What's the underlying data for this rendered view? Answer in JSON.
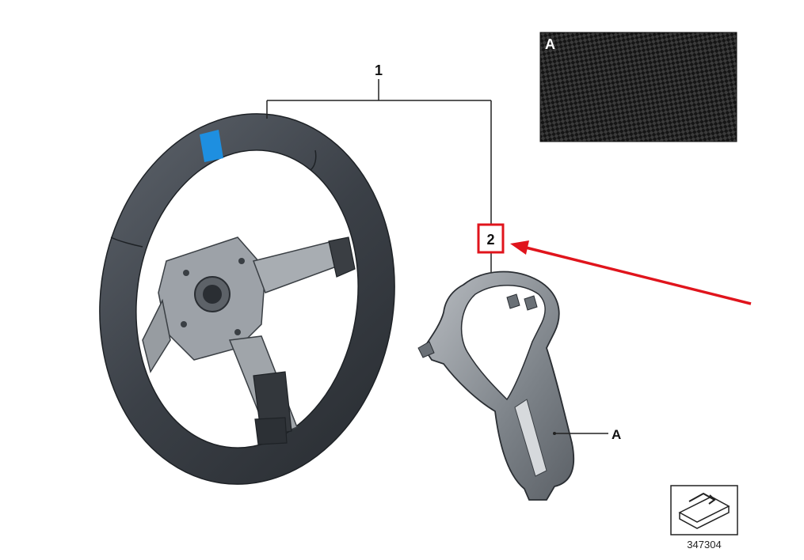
{
  "callouts": {
    "part_1": "1",
    "part_2": "2",
    "material_ref": "A"
  },
  "inset": {
    "label": "A"
  },
  "icon_box": {
    "catalog_number": "347304"
  },
  "colors": {
    "highlight_red": "#e0141c",
    "rim_dark": "#444a52",
    "stripe_blue": "#1e8fe0",
    "spokes_gray": "#9da2a8",
    "trim_gray": "#8e949a",
    "carbon_dark": "#1c1c1c"
  }
}
